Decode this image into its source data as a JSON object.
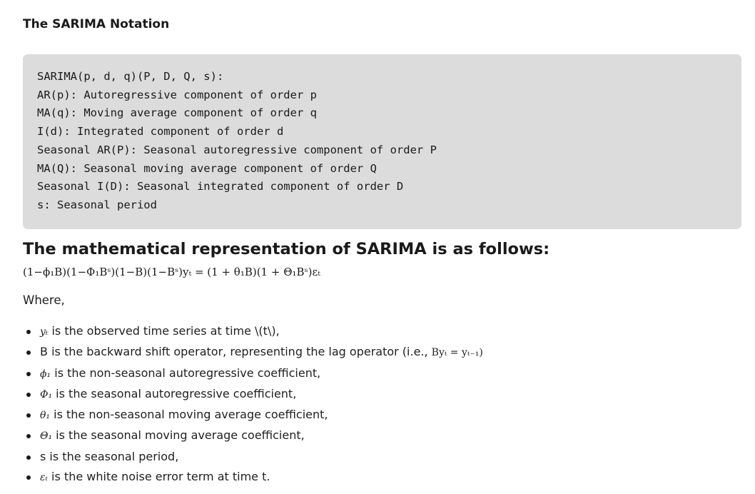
{
  "header": {
    "title": "The SARIMA Notation"
  },
  "code_block": {
    "lines": [
      "SARIMA(p, d, q)(P, D, Q, s):",
      "AR(p): Autoregressive component of order p",
      "MA(q): Moving average component of order q",
      "I(d): Integrated component of order d",
      "Seasonal AR(P): Seasonal autoregressive component of order P",
      "MA(Q): Seasonal moving average component of order Q",
      "Seasonal I(D): Seasonal integrated component of order D",
      "s: Seasonal period"
    ]
  },
  "section": {
    "heading": "The mathematical representation of SARIMA is as follows:",
    "equation": "(1−ϕ₁B)(1−Φ₁Bˢ)(1−B)(1−Bˢ)yₜ = (1 + θ₁B)(1 + Θ₁Bˢ)εₜ",
    "where_label": "Where,"
  },
  "definitions": [
    {
      "symbol": "yₜ",
      "text": " is the observed time series at time \\(t\\),",
      "extra": ""
    },
    {
      "symbol": "",
      "text": "B is the backward shift operator, representing the lag operator (i.e., ",
      "extra": "Byₜ = yₜ₋₁)"
    },
    {
      "symbol": "ϕ₁",
      "text": " is the non-seasonal autoregressive coefficient,",
      "extra": ""
    },
    {
      "symbol": "Φ₁",
      "text": " is the seasonal autoregressive coefficient,",
      "extra": ""
    },
    {
      "symbol": "θ₁",
      "text": " is the non-seasonal moving average coefficient,",
      "extra": ""
    },
    {
      "symbol": "Θ₁",
      "text": " is the seasonal moving average coefficient,",
      "extra": ""
    },
    {
      "symbol": "",
      "text": "s is the seasonal period,",
      "extra": ""
    },
    {
      "symbol": "εₜ",
      "text": " is the white noise error term at time t.",
      "extra": ""
    }
  ]
}
